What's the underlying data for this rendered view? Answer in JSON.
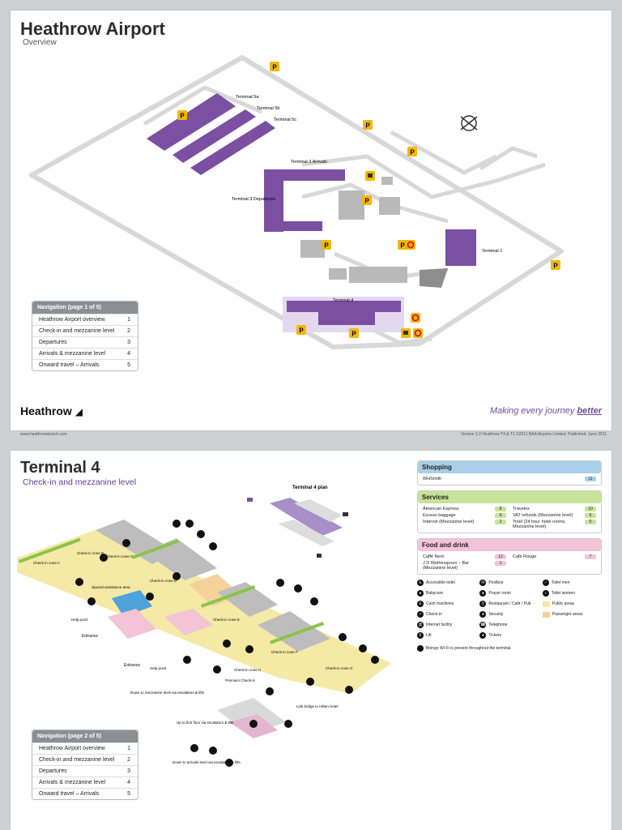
{
  "page1": {
    "title": "Heathrow Airport",
    "subtitle": "Overview",
    "map_labels": {
      "t5a": "Terminal 5a",
      "t5b": "Terminal 5b",
      "t5c": "Terminal 5c",
      "t3_arr": "Terminal 3 Arrivals",
      "t3_dep": "Terminal 3 Departures",
      "t1": "Terminal 1",
      "t4": "Terminal 4"
    },
    "nav": {
      "header": "Navigation (page 1 of 5)",
      "items": [
        {
          "label": "Heathrow Airport overview",
          "page": "1"
        },
        {
          "label": "Check-in and mezzanine level",
          "page": "2"
        },
        {
          "label": "Departures",
          "page": "3"
        },
        {
          "label": "Arrivals & mezzanine level",
          "page": "4"
        },
        {
          "label": "Onward travel – Arrivals",
          "page": "5"
        }
      ]
    },
    "logo": "Heathrow",
    "tagline_start": "Making every journey ",
    "tagline_end": "better",
    "footer_url": "www.heathrowairport.com",
    "footer_version": "Version 1.0 Heathrow T4 & T1 ©2011 BAA Airports Limited. Published: June 2011"
  },
  "page2": {
    "title": "Terminal 4",
    "subtitle": "Check-in and mezzanine level",
    "plan_title": "Terminal 4 plan",
    "map_labels": {
      "zone_b": "Check-in zone B",
      "zone_a": "Check-in zone A",
      "zone_c": "Check-in zone C",
      "zone_d": "Check-in zone D",
      "zone_e": "Check-in zone E",
      "zone_f": "Check-in zone F",
      "zone_g": "Check-in zone G",
      "zone_h": "Check-in zone H",
      "special": "Special assistance area",
      "entrance1": "Entrance",
      "entrance2": "Entrance",
      "help1": "Help point",
      "help2": "Help point",
      "down_mezz": "Down to mezzanine level via escalators & lifts",
      "link_bridge": "Link bridge to Hilton Hotel",
      "up_first": "Up to first floor via escalators & lifts",
      "down_arr": "Down to arrivals level via escalators & lifts",
      "premium": "Premium Check-in"
    },
    "shopping": {
      "header": "Shopping",
      "items": [
        {
          "name": "WHSmith",
          "tag": "11"
        }
      ]
    },
    "services": {
      "header": "Services",
      "items": [
        {
          "name": "American Express",
          "tag": "8"
        },
        {
          "name": "Travelex",
          "tag": "10"
        },
        {
          "name": "Excess baggage",
          "tag": "9"
        },
        {
          "name": "VAT refunds (Mezzanine level)",
          "tag": "6"
        },
        {
          "name": "Internet (Mezzanine level)",
          "tag": "2"
        },
        {
          "name": "Yotel (24 hour hotel rooms, Mezzanine level)",
          "tag": "5"
        }
      ]
    },
    "food": {
      "header": "Food and drink",
      "items": [
        {
          "name": "Caffè Nero",
          "tag": "12"
        },
        {
          "name": "Café Rouge",
          "tag": "7"
        },
        {
          "name": "J D Wetherspoon – Bar (Mezzanine level)",
          "tag": "1"
        }
      ]
    },
    "legend": [
      {
        "label": "Accessible toilet",
        "icon": "accessible-icon"
      },
      {
        "label": "Postbox",
        "icon": "postbox-icon"
      },
      {
        "label": "Toilet men",
        "icon": "toilet-men-icon"
      },
      {
        "label": "Babycare",
        "icon": "babycare-icon"
      },
      {
        "label": "Prayer room",
        "icon": "prayer-icon"
      },
      {
        "label": "Toilet women",
        "icon": "toilet-women-icon"
      },
      {
        "label": "Cash machines",
        "icon": "cash-icon"
      },
      {
        "label": "Restaurant / Café / Pub",
        "icon": "restaurant-icon"
      },
      {
        "label": "Public areas",
        "icon": "public-swatch"
      },
      {
        "label": "Check-in",
        "icon": "checkin-icon"
      },
      {
        "label": "Security",
        "icon": "security-icon"
      },
      {
        "label": "Passenger areas",
        "icon": "passenger-swatch"
      },
      {
        "label": "Internet facility",
        "icon": "internet-icon"
      },
      {
        "label": "Telephone",
        "icon": "telephone-icon"
      },
      {
        "label": "",
        "icon": ""
      },
      {
        "label": "Lift",
        "icon": "lift-icon"
      },
      {
        "label": "Tickets",
        "icon": "tickets-icon"
      },
      {
        "label": "",
        "icon": ""
      }
    ],
    "wifi": "Boingo Wi-Fi is present throughout the terminal",
    "nav": {
      "header": "Navigation (page 2 of 5)",
      "items": [
        {
          "label": "Heathrow Airport overview",
          "page": "1"
        },
        {
          "label": "Check-in and mezzanine level",
          "page": "2"
        },
        {
          "label": "Departures",
          "page": "3"
        },
        {
          "label": "Arrivals & mezzanine level",
          "page": "4"
        },
        {
          "label": "Onward travel – Arrivals",
          "page": "5"
        }
      ]
    }
  },
  "colors": {
    "terminal": "#7b4fa2",
    "road": "#dcdcdc",
    "parking": "#f2b705",
    "public": "#f5e9a6",
    "passenger": "#f5d29c",
    "green": "#8bc34a",
    "shopping_hdr": "#a9cfe8",
    "services_hdr": "#c7e39a",
    "food_hdr": "#f3c3d6"
  }
}
